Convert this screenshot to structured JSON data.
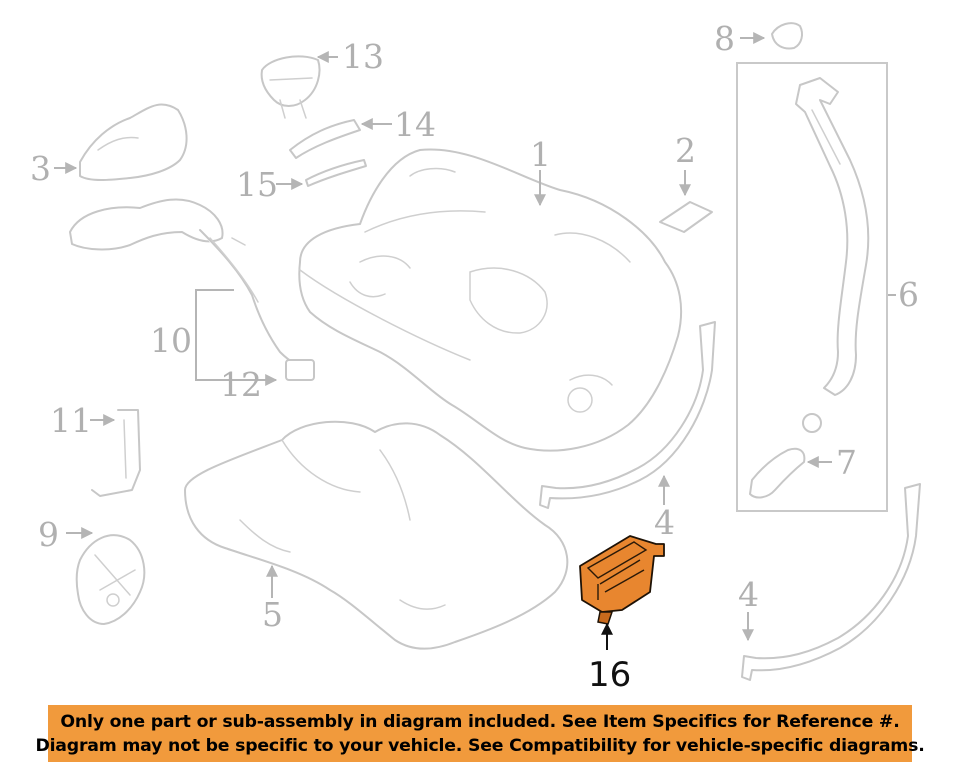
{
  "diagram": {
    "callouts": {
      "c1": "1",
      "c2": "2",
      "c3": "3",
      "c4a": "4",
      "c4b": "4",
      "c5": "5",
      "c6": "6",
      "c7": "7",
      "c8": "8",
      "c9": "9",
      "c10": "10",
      "c11": "11",
      "c12": "12",
      "c13": "13",
      "c14": "14",
      "c15": "15",
      "c16": "16"
    },
    "highlighted_part": "16",
    "colors": {
      "highlight": "#e8862f",
      "line_art": "#c7c7c7",
      "banner": "#f19a3c"
    }
  },
  "notice": {
    "line1": "Only one part or sub-assembly in diagram included. See Item Specifics for Reference #.",
    "line2": "Diagram may not be specific to your vehicle. See Compatibility for vehicle-specific diagrams."
  }
}
